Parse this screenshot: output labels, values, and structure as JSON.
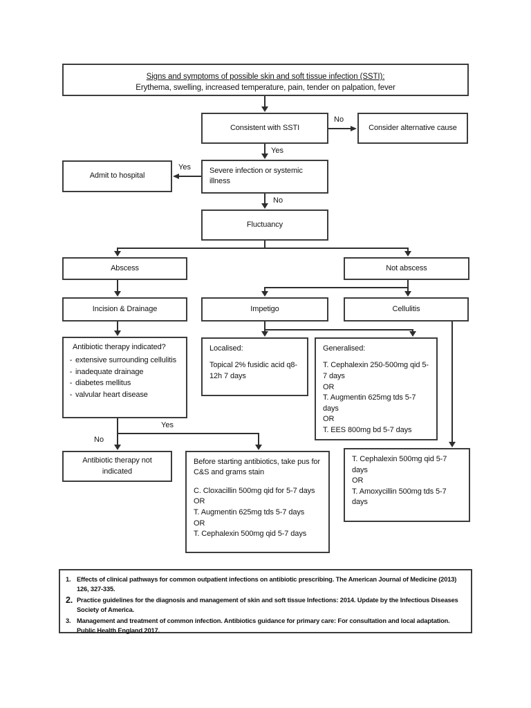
{
  "page": {
    "background": "#ffffff",
    "line_color": "#2e2e2e",
    "border_color": "#3c3c3c"
  },
  "flowchart": {
    "top": {
      "title": "Signs and symptoms of possible skin and soft tissue infection (SSTI):",
      "subtitle": "Erythema, swelling, increased temperature, pain, tender on palpation, fever"
    },
    "consistent": {
      "label": "Consistent with SSTI"
    },
    "alternative": {
      "label": "Consider alternative cause"
    },
    "admit": {
      "label": "Admit to hospital"
    },
    "severe": {
      "label": "Severe infection or systemic illness"
    },
    "fluctuancy": {
      "label": "Fluctuancy"
    },
    "abscess": {
      "label": "Abscess"
    },
    "not_abscess": {
      "label": "Not abscess"
    },
    "incision": {
      "label": "Incision & Drainage"
    },
    "impetigo": {
      "label": "Impetigo"
    },
    "cellulitis": {
      "label": "Cellulitis"
    },
    "abx_indicated": {
      "title": "Antibiotic therapy indicated?",
      "bullet": "-",
      "items": [
        "extensive surrounding cellulitis",
        "inadequate drainage",
        "diabetes mellitus",
        "valvular heart disease"
      ]
    },
    "localised": {
      "title": "Localised:",
      "body": "Topical 2% fusidic acid q8-12h 7 days"
    },
    "generalised": {
      "title": "Generalised:",
      "lines": [
        "T. Cephalexin 250-500mg qid 5-7 days",
        "OR",
        "T. Augmentin 625mg tds 5-7 days",
        "OR",
        "T. EES 800mg bd 5-7 days"
      ]
    },
    "not_indicated": {
      "label": "Antibiotic therapy not indicated"
    },
    "before_abx": {
      "title": "Before starting antibiotics, take pus for C&S and grams stain",
      "lines": [
        "C. Cloxacillin 500mg qid for 5-7 days",
        "OR",
        "T. Augmentin 625mg tds 5-7 days",
        "OR",
        "T. Cephalexin 500mg qid 5-7 days"
      ]
    },
    "cellulitis_rx": {
      "lines": [
        "T. Cephalexin 500mg qid 5-7 days",
        "OR",
        "T. Amoxycillin 500mg tds 5-7 days"
      ]
    },
    "labels": {
      "yes": "Yes",
      "no": "No"
    }
  },
  "references": {
    "items": [
      {
        "num": "1.",
        "text": "Effects of clinical pathways for common outpatient infections on antibiotic prescribing. The American Journal of Medicine (2013) 126, 327-335."
      },
      {
        "num": "2.",
        "text": "Practice guidelines for the diagnosis and management of skin and soft tissue Infections: 2014. Update by the Infectious Diseases Society of America."
      },
      {
        "num": "3.",
        "text": "Management and treatment of common infection. Antibiotics guidance for primary care: For consultation and local adaptation. Public Health England 2017."
      }
    ]
  }
}
